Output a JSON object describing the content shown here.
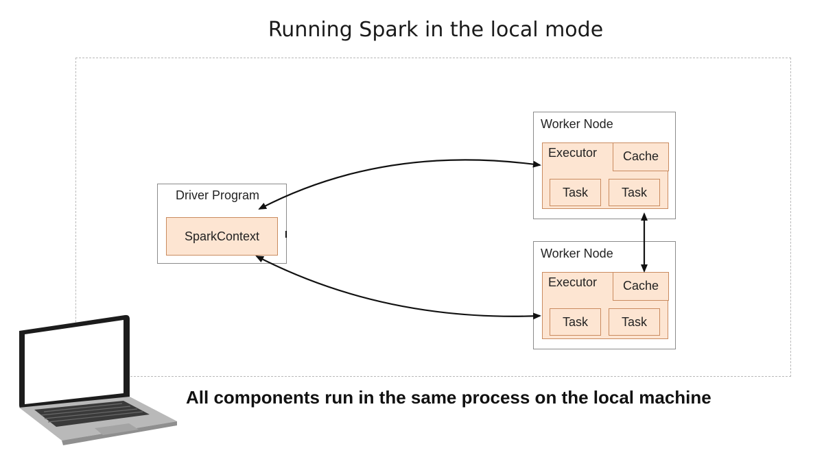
{
  "title": "Running Spark in the local mode",
  "driver": {
    "label": "Driver Program",
    "context": "SparkContext"
  },
  "workers": [
    {
      "label": "Worker Node",
      "executor": "Executor",
      "cache": "Cache",
      "tasks": [
        "Task",
        "Task"
      ]
    },
    {
      "label": "Worker Node",
      "executor": "Executor",
      "cache": "Cache",
      "tasks": [
        "Task",
        "Task"
      ]
    }
  ],
  "caption": "All components run in the same process on the local machine",
  "colors": {
    "peach_fill": "#fde5d2",
    "peach_border": "#c98a5e",
    "box_border": "#8a8a8a",
    "arrow": "#111111"
  },
  "icons": [
    "laptop-icon"
  ]
}
